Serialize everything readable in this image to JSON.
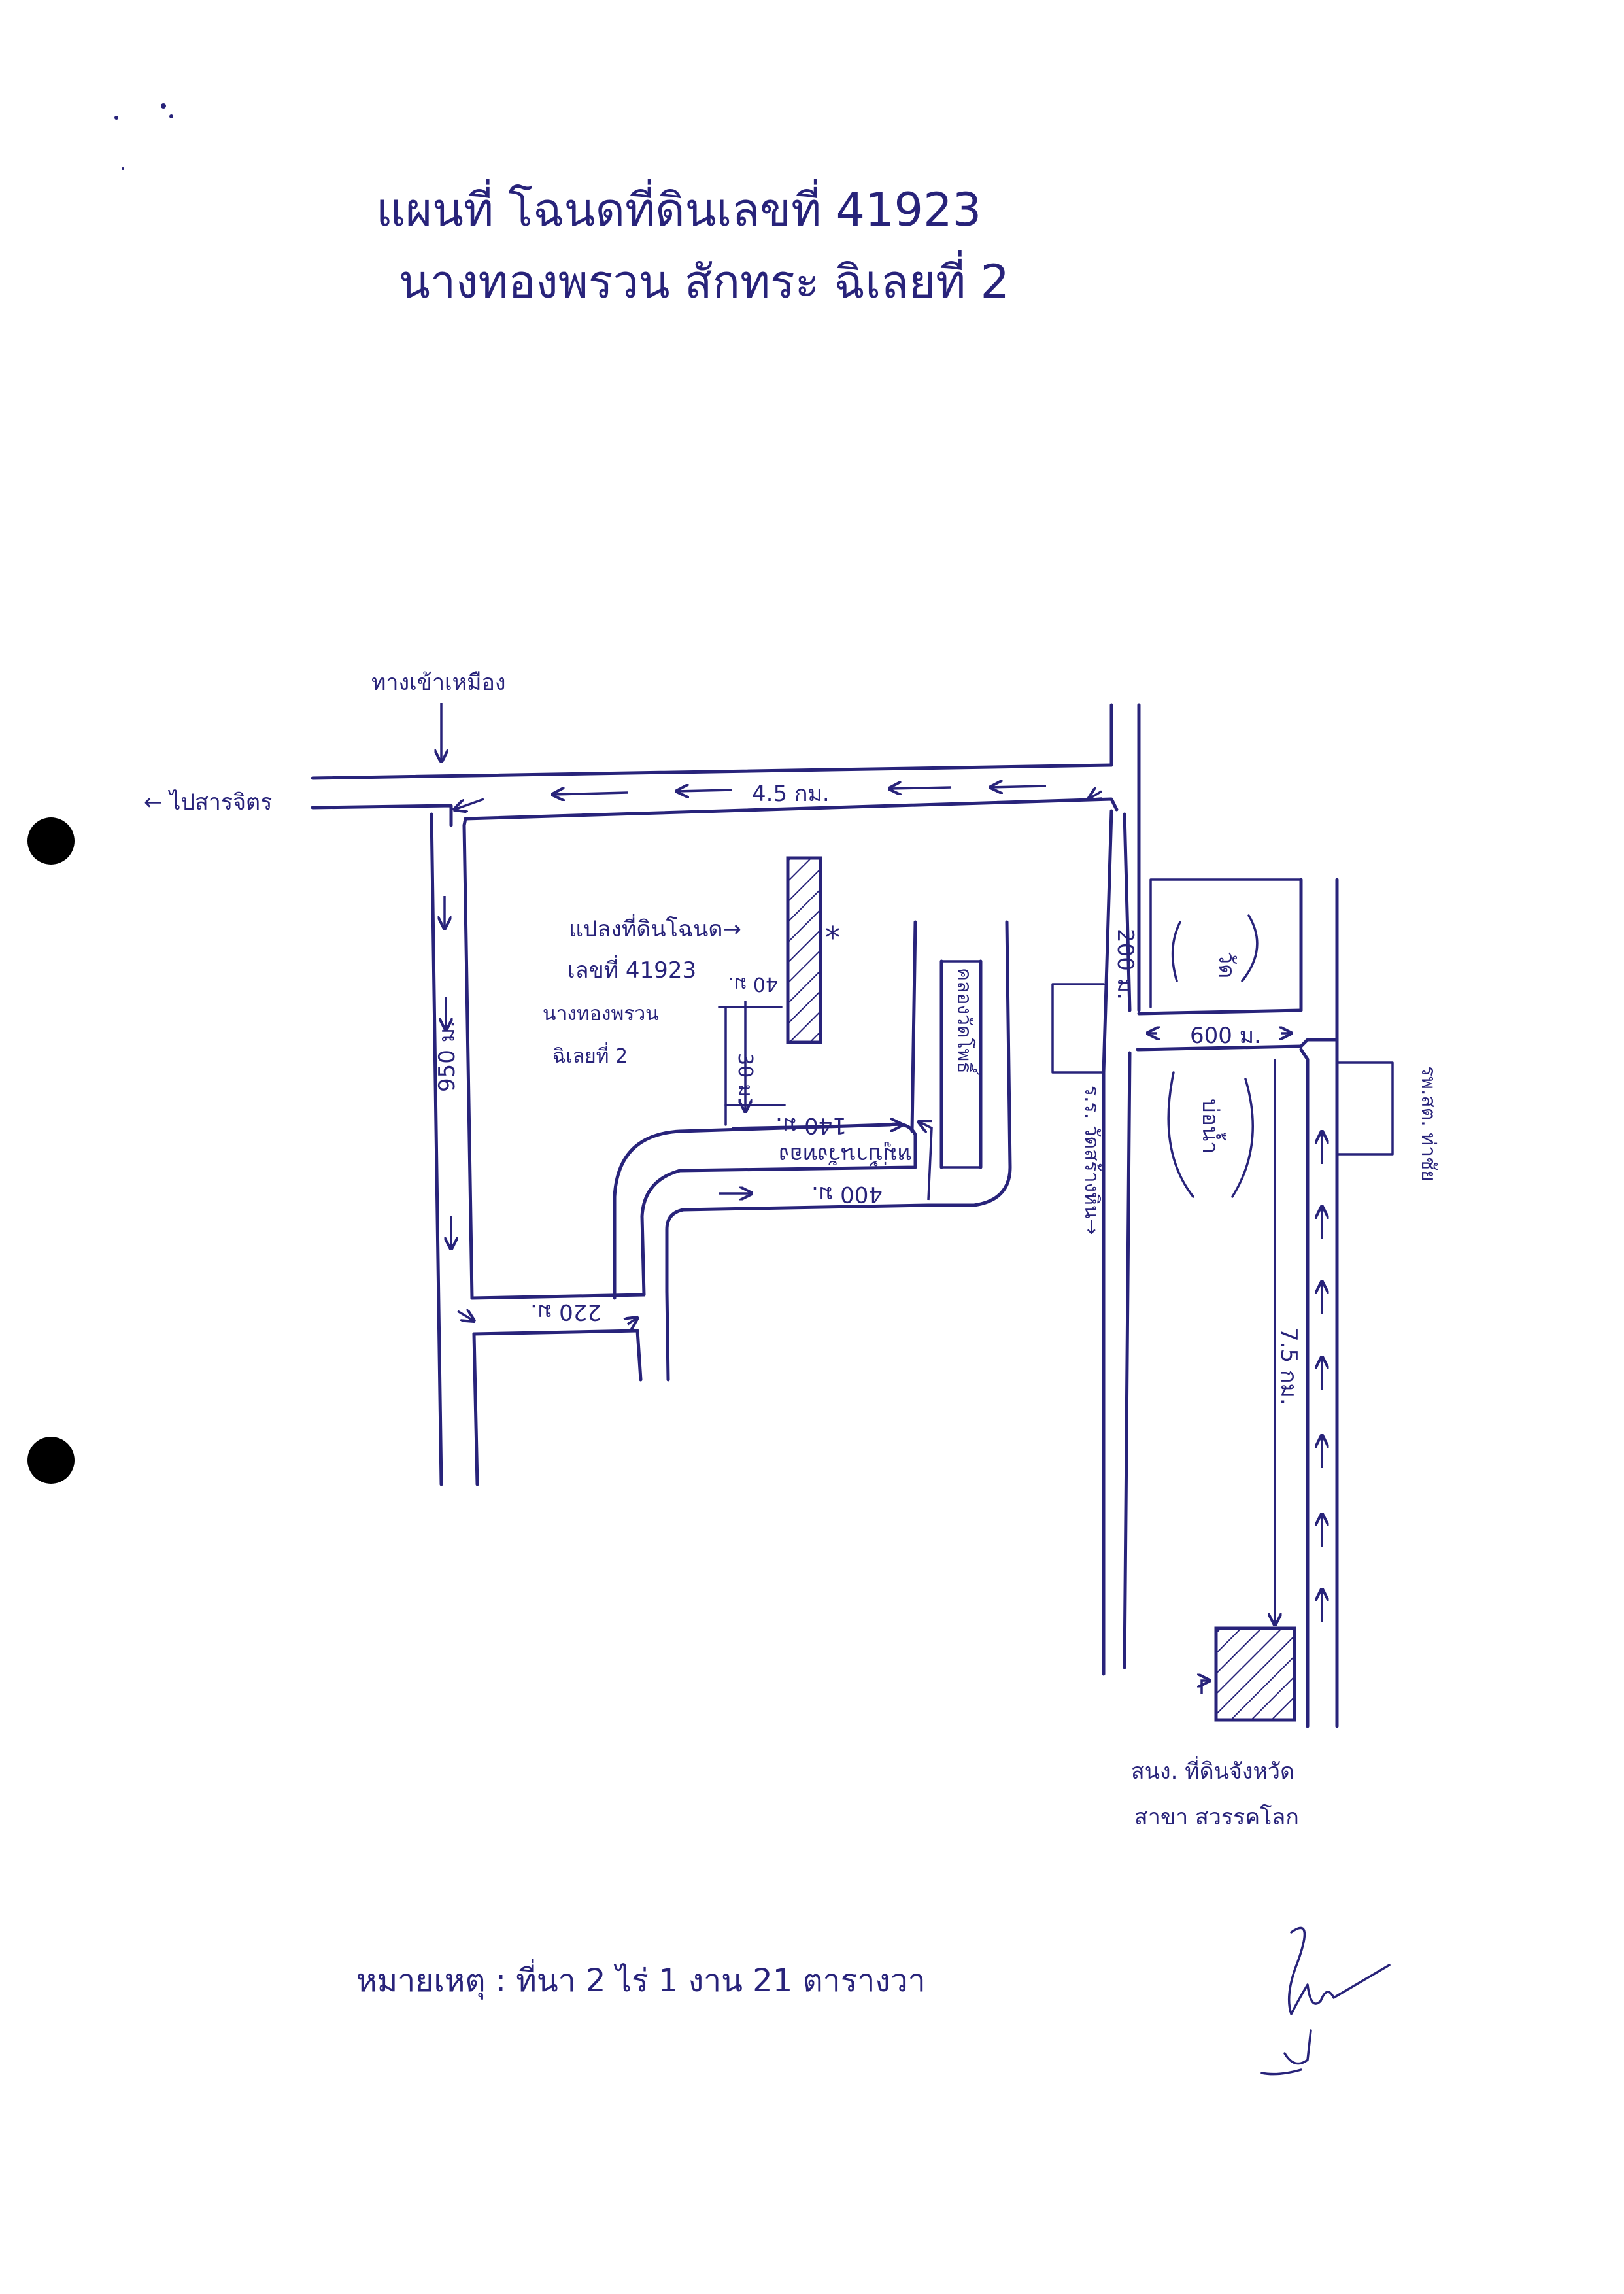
{
  "header": {
    "title_line1": "แผนที่ โฉนดที่ดินเลขที่ 41923",
    "title_line2": "นางทองพรวน สักทระ ฉิเลยที่ 2"
  },
  "map": {
    "landmarks": {
      "junction_top": "ทางเข้าเหมือง",
      "to_city": "← ไปสารจิตร",
      "parcel_label_1": "แปลงที่ดินโฉนด→",
      "parcel_label_2": "เลขที่ 41923",
      "parcel_owner": "นางทองพรวน",
      "parcel_owner_2": "ฉิเลยที่ 2",
      "canal": "คลองวัดโพธิ์",
      "village": "หมู่บ้านวังทอง",
      "school": "ร.ร. วัดสร้างหิน→",
      "temple": "วัด",
      "reservoir": "บ่อน้ำ",
      "hospital": "รพ.สต. ท่าชัย",
      "office_1": "สนง. ที่ดินจังหวัด",
      "office_2": "สาขา สวรรคโลก"
    },
    "distances": {
      "top_road": "4.5 กม.",
      "left_road": "950 ม.",
      "bottom_left": "220 ม.",
      "middle_road": "400 ม.",
      "upper_middle": "140 ม.",
      "parcel_side": "30 ม.",
      "parcel_top": "40 ม.",
      "right_upper": "200 ม.",
      "right_cross": "600 ม.",
      "right_long": "7.5 กม."
    }
  },
  "footer": {
    "note": "หมายเหตุ : ที่นา 2 ไร่ 1 งาน 21 ตารางวา"
  }
}
